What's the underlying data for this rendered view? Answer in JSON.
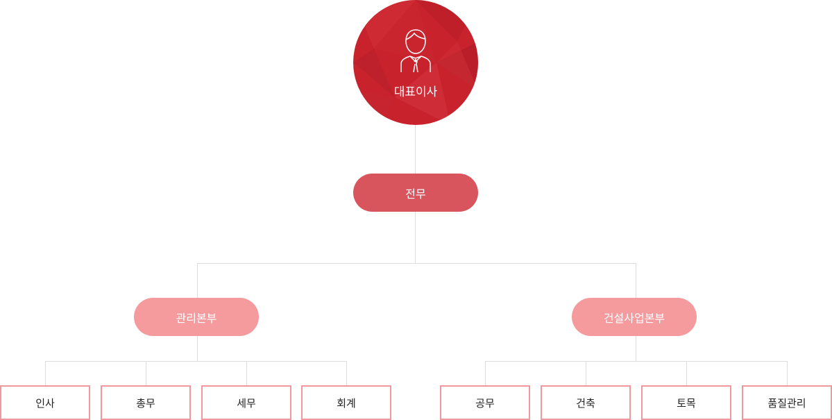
{
  "ceo": {
    "label": "대표이사",
    "icon": "person-icon"
  },
  "executive": {
    "label": "전무"
  },
  "divisions": [
    {
      "label": "관리본부",
      "teams": [
        "인사",
        "총무",
        "세무",
        "회계"
      ]
    },
    {
      "label": "건설사업본부",
      "teams": [
        "공무",
        "건축",
        "토목",
        "품질관리"
      ]
    }
  ],
  "colors": {
    "ceo": "#c8232d",
    "executive": "#d9555d",
    "division": "#f59a9d",
    "team_border": "#f0989b",
    "connector": "#dcdcdc"
  }
}
